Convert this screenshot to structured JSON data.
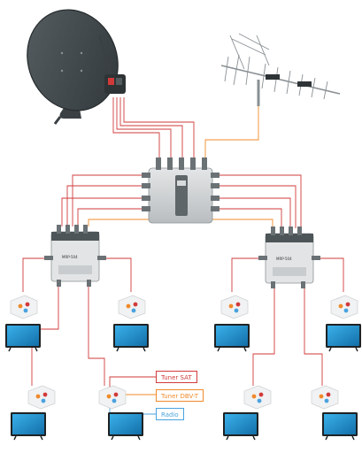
{
  "legend": {
    "sat": {
      "label": "Tuner SAT",
      "color": "#d23a3a"
    },
    "dvbt": {
      "label": "Tuner DBV-T",
      "color": "#f08a2a"
    },
    "radio": {
      "label": "Radio",
      "color": "#4aa3df"
    }
  },
  "colors": {
    "sat_line": "#d23a3a",
    "terrestrial_line": "#f08a2a",
    "radio_line": "#4aa3df",
    "dish": "#3f4649",
    "tv_screen": "#1c8fd0"
  },
  "devices": {
    "left_multiswitch_label": "MRP-504",
    "right_multiswitch_label": "MRP-504"
  },
  "icons": [
    "satellite-dish-icon",
    "tv-antenna-icon",
    "multiswitch-icon",
    "tv-icon",
    "wall-socket-icon"
  ]
}
